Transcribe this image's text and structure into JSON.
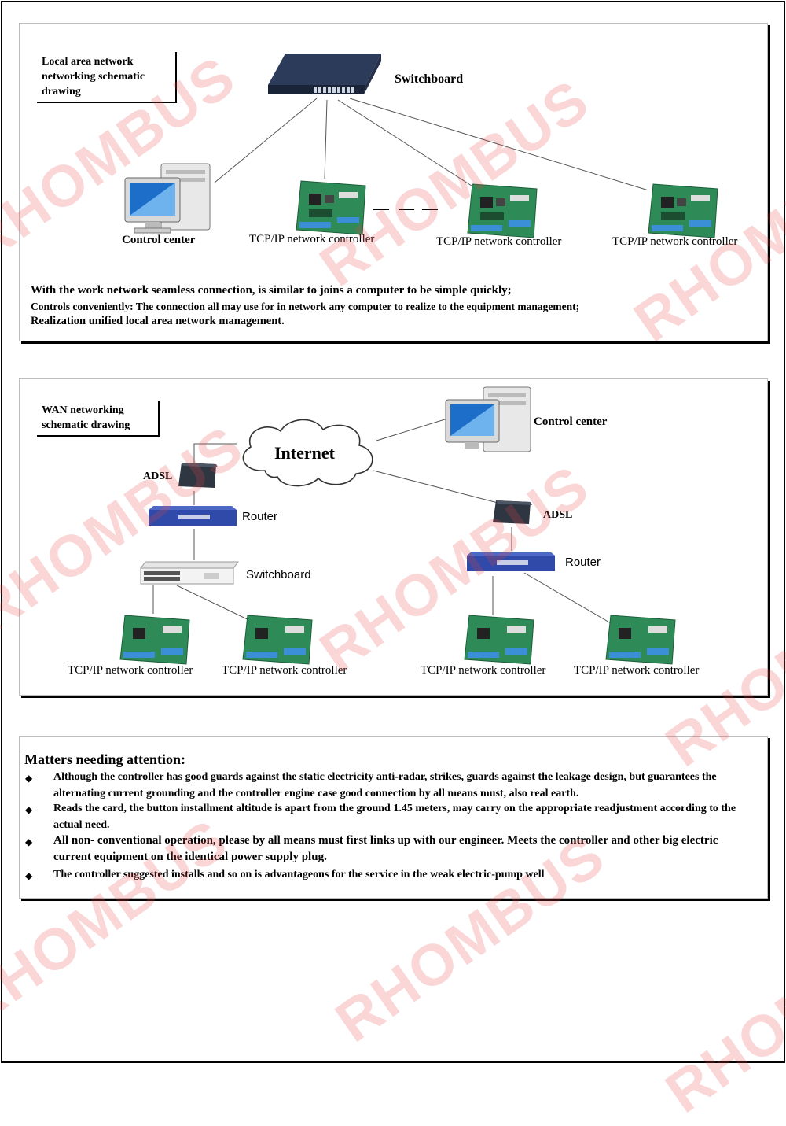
{
  "lan": {
    "tag": "Local area network networking schematic drawing",
    "switchboard": "Switchboard",
    "control_center": "Control center",
    "controller1": "TCP/IP network controller",
    "controller2": "TCP/IP network controller",
    "controller3": "TCP/IP network controller",
    "notes": [
      "With the work network seamless connection, is similar to joins a computer to be simple quickly;",
      "Controls conveniently: The connection all may use for in network any computer to realize to the equipment management;",
      "Realization unified local area network management."
    ]
  },
  "wan": {
    "tag": "WAN networking schematic drawing",
    "internet": "Internet",
    "control_center": "Control center",
    "adsl_left": "ADSL",
    "adsl_right": "ADSL",
    "router_left": "Router",
    "router_right": "Router",
    "switchboard": "Switchboard",
    "controllers": [
      "TCP/IP network controller",
      "TCP/IP network controller",
      "TCP/IP network controller",
      "TCP/IP network controller"
    ]
  },
  "attention": {
    "title": "Matters needing attention:",
    "bullet": "◆",
    "items": [
      "Although the controller has good guards against the static electricity anti-radar, strikes, guards against the leakage design, but guarantees the alternating current grounding and the controller engine case good connection by all means must, also real earth.",
      "Reads the card, the button installment altitude is apart from the ground 1.45 meters, may carry on the appropriate readjustment according to the actual need.",
      "All non- conventional operation, please by all means must first links up with our engineer. Meets the controller and other big electric current equipment on the identical power supply plug.",
      "The controller suggested installs and so on is advantageous for the service in the weak electric-pump well"
    ]
  },
  "watermark": "RHOMBUS"
}
